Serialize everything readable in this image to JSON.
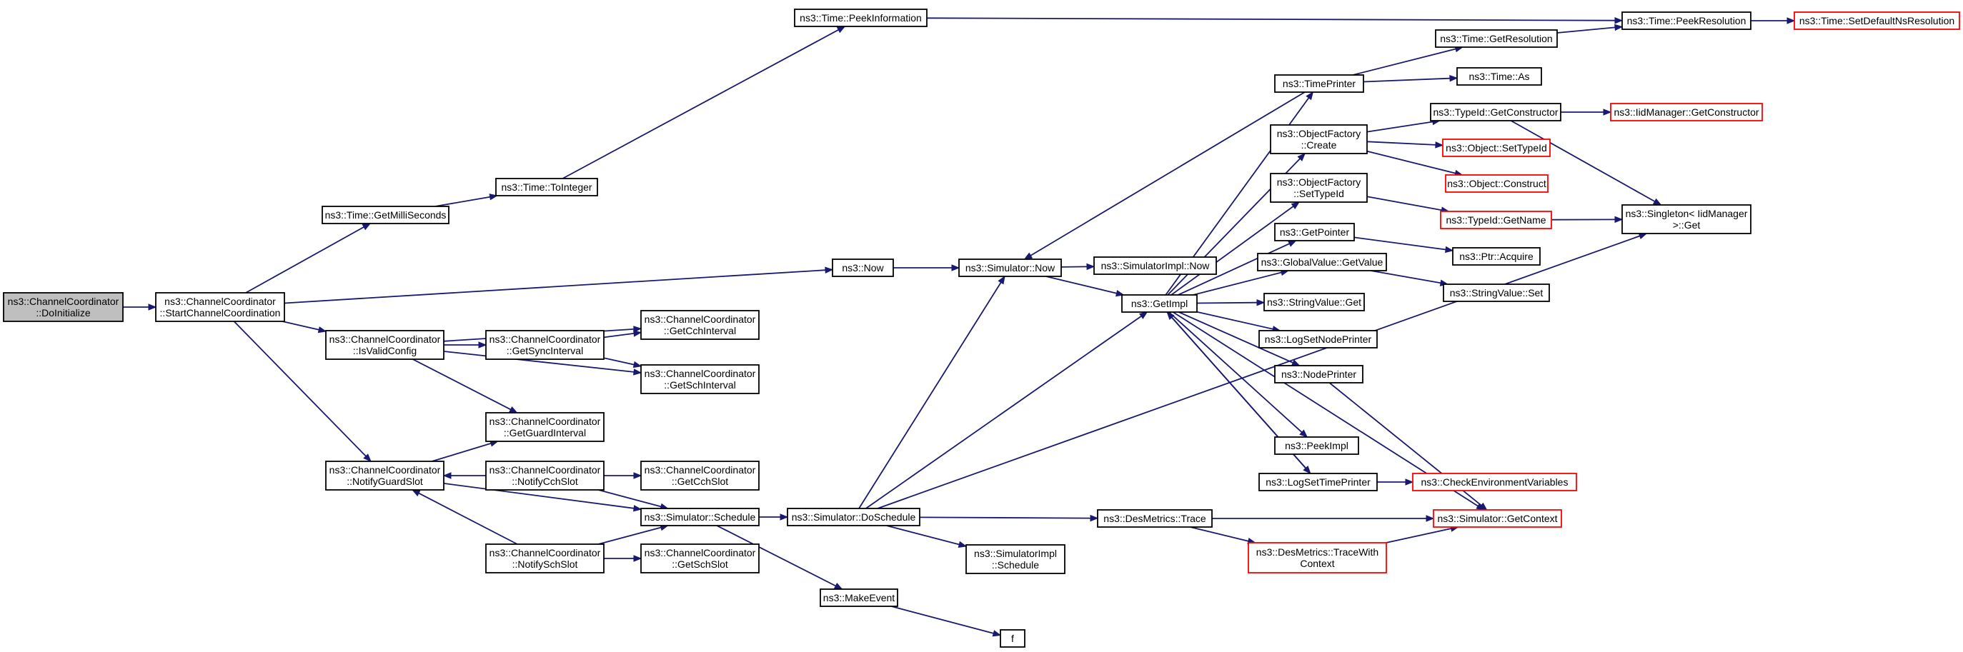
{
  "colors": {
    "edge": "#191970",
    "node_border": "#000000",
    "node_border_truncated": "#ff0000",
    "node_fill": "#ffffff",
    "focus_fill": "#bfbfbf"
  },
  "nodes": [
    {
      "id": "doinit",
      "lines": [
        "ns3::ChannelCoordinator",
        "::DoInitialize"
      ],
      "style": "focus"
    },
    {
      "id": "startcc",
      "lines": [
        "ns3::ChannelCoordinator",
        "::StartChannelCoordination"
      ],
      "style": "normal"
    },
    {
      "id": "getms",
      "lines": [
        "ns3::Time::GetMilliSeconds"
      ],
      "style": "normal"
    },
    {
      "id": "toint",
      "lines": [
        "ns3::Time::ToInteger"
      ],
      "style": "normal"
    },
    {
      "id": "peekinfo",
      "lines": [
        "ns3::Time::PeekInformation"
      ],
      "style": "normal"
    },
    {
      "id": "isvalid",
      "lines": [
        "ns3::ChannelCoordinator",
        "::IsValidConfig"
      ],
      "style": "normal"
    },
    {
      "id": "getsync",
      "lines": [
        "ns3::ChannelCoordinator",
        "::GetSyncInterval"
      ],
      "style": "normal"
    },
    {
      "id": "getcchint",
      "lines": [
        "ns3::ChannelCoordinator",
        "::GetCchInterval"
      ],
      "style": "normal"
    },
    {
      "id": "getschint",
      "lines": [
        "ns3::ChannelCoordinator",
        "::GetSchInterval"
      ],
      "style": "normal"
    },
    {
      "id": "getguard",
      "lines": [
        "ns3::ChannelCoordinator",
        "::GetGuardInterval"
      ],
      "style": "normal"
    },
    {
      "id": "notifyguard",
      "lines": [
        "ns3::ChannelCoordinator",
        "::NotifyGuardSlot"
      ],
      "style": "normal"
    },
    {
      "id": "notifycch",
      "lines": [
        "ns3::ChannelCoordinator",
        "::NotifyCchSlot"
      ],
      "style": "normal"
    },
    {
      "id": "getcchslot",
      "lines": [
        "ns3::ChannelCoordinator",
        "::GetCchSlot"
      ],
      "style": "normal"
    },
    {
      "id": "notifysch",
      "lines": [
        "ns3::ChannelCoordinator",
        "::NotifySchSlot"
      ],
      "style": "normal"
    },
    {
      "id": "getschslot",
      "lines": [
        "ns3::ChannelCoordinator",
        "::GetSchSlot"
      ],
      "style": "normal"
    },
    {
      "id": "schedule",
      "lines": [
        "ns3::Simulator::Schedule"
      ],
      "style": "normal"
    },
    {
      "id": "now",
      "lines": [
        "ns3::Now"
      ],
      "style": "normal"
    },
    {
      "id": "simnow",
      "lines": [
        "ns3::Simulator::Now"
      ],
      "style": "normal"
    },
    {
      "id": "simimplnow",
      "lines": [
        "ns3::SimulatorImpl::Now"
      ],
      "style": "normal"
    },
    {
      "id": "getimpl",
      "lines": [
        "ns3::GetImpl"
      ],
      "style": "normal"
    },
    {
      "id": "doschedule",
      "lines": [
        "ns3::Simulator::DoSchedule"
      ],
      "style": "normal"
    },
    {
      "id": "makeevent",
      "lines": [
        "ns3::MakeEvent"
      ],
      "style": "normal"
    },
    {
      "id": "f",
      "lines": [
        "f"
      ],
      "style": "normal"
    },
    {
      "id": "simimplsched",
      "lines": [
        "ns3::SimulatorImpl",
        "::Schedule"
      ],
      "style": "normal"
    },
    {
      "id": "destrace",
      "lines": [
        "ns3::DesMetrics::Trace"
      ],
      "style": "normal"
    },
    {
      "id": "destracewith",
      "lines": [
        "ns3::DesMetrics::TraceWith",
        "Context"
      ],
      "style": "truncated"
    },
    {
      "id": "timeprinter",
      "lines": [
        "ns3::TimePrinter"
      ],
      "style": "normal"
    },
    {
      "id": "ofcreate",
      "lines": [
        "ns3::ObjectFactory",
        "::Create"
      ],
      "style": "normal"
    },
    {
      "id": "ofsettypeid",
      "lines": [
        "ns3::ObjectFactory",
        "::SetTypeId"
      ],
      "style": "normal"
    },
    {
      "id": "getpointer",
      "lines": [
        "ns3::GetPointer"
      ],
      "style": "normal"
    },
    {
      "id": "gvgetvalue",
      "lines": [
        "ns3::GlobalValue::GetValue"
      ],
      "style": "normal"
    },
    {
      "id": "svget",
      "lines": [
        "ns3::StringValue::Get"
      ],
      "style": "normal"
    },
    {
      "id": "logsetnode",
      "lines": [
        "ns3::LogSetNodePrinter"
      ],
      "style": "normal"
    },
    {
      "id": "nodeprinter",
      "lines": [
        "ns3::NodePrinter"
      ],
      "style": "normal"
    },
    {
      "id": "peekimpl",
      "lines": [
        "ns3::PeekImpl"
      ],
      "style": "normal"
    },
    {
      "id": "logsettime",
      "lines": [
        "ns3::LogSetTimePrinter"
      ],
      "style": "normal"
    },
    {
      "id": "getresolution",
      "lines": [
        "ns3::Time::GetResolution"
      ],
      "style": "normal"
    },
    {
      "id": "timeas",
      "lines": [
        "ns3::Time::As"
      ],
      "style": "normal"
    },
    {
      "id": "peekres",
      "lines": [
        "ns3::Time::PeekResolution"
      ],
      "style": "normal"
    },
    {
      "id": "setdefaultns",
      "lines": [
        "ns3::Time::SetDefaultNsResolution"
      ],
      "style": "truncated"
    },
    {
      "id": "tidgetctor",
      "lines": [
        "ns3::TypeId::GetConstructor"
      ],
      "style": "normal"
    },
    {
      "id": "iidgetctor",
      "lines": [
        "ns3::IidManager::GetConstructor"
      ],
      "style": "truncated"
    },
    {
      "id": "objsettypeid",
      "lines": [
        "ns3::Object::SetTypeId"
      ],
      "style": "truncated"
    },
    {
      "id": "objconstruct",
      "lines": [
        "ns3::Object::Construct"
      ],
      "style": "truncated"
    },
    {
      "id": "tidgetname",
      "lines": [
        "ns3::TypeId::GetName"
      ],
      "style": "truncated"
    },
    {
      "id": "singleton",
      "lines": [
        "ns3::Singleton< IidManager",
        " >::Get"
      ],
      "style": "normal"
    },
    {
      "id": "ptracquire",
      "lines": [
        "ns3::Ptr::Acquire"
      ],
      "style": "normal"
    },
    {
      "id": "svset",
      "lines": [
        "ns3::StringValue::Set"
      ],
      "style": "normal"
    },
    {
      "id": "checkenv",
      "lines": [
        "ns3::CheckEnvironmentVariables"
      ],
      "style": "truncated"
    },
    {
      "id": "getcontext",
      "lines": [
        "ns3::Simulator::GetContext"
      ],
      "style": "truncated"
    }
  ],
  "edges": [
    [
      "doinit",
      "startcc"
    ],
    [
      "startcc",
      "getms"
    ],
    [
      "startcc",
      "now"
    ],
    [
      "startcc",
      "isvalid"
    ],
    [
      "startcc",
      "notifyguard"
    ],
    [
      "getms",
      "toint"
    ],
    [
      "toint",
      "peekinfo"
    ],
    [
      "peekinfo",
      "peekres"
    ],
    [
      "isvalid",
      "getsync"
    ],
    [
      "isvalid",
      "getcchint"
    ],
    [
      "isvalid",
      "getschint"
    ],
    [
      "isvalid",
      "getguard"
    ],
    [
      "getsync",
      "getcchint"
    ],
    [
      "getsync",
      "getschint"
    ],
    [
      "notifyguard",
      "getguard"
    ],
    [
      "notifyguard",
      "schedule"
    ],
    [
      "notifycch",
      "notifyguard"
    ],
    [
      "notifycch",
      "getcchslot"
    ],
    [
      "notifycch",
      "schedule"
    ],
    [
      "notifysch",
      "notifyguard"
    ],
    [
      "notifysch",
      "getschslot"
    ],
    [
      "notifysch",
      "schedule"
    ],
    [
      "schedule",
      "doschedule"
    ],
    [
      "schedule",
      "makeevent"
    ],
    [
      "makeevent",
      "f"
    ],
    [
      "now",
      "simnow"
    ],
    [
      "simnow",
      "simimplnow"
    ],
    [
      "simnow",
      "getimpl"
    ],
    [
      "doschedule",
      "simnow"
    ],
    [
      "doschedule",
      "getimpl"
    ],
    [
      "doschedule",
      "simimplsched"
    ],
    [
      "doschedule",
      "destrace"
    ],
    [
      "doschedule",
      "singleton"
    ],
    [
      "destrace",
      "getcontext"
    ],
    [
      "destrace",
      "destracewith"
    ],
    [
      "destracewith",
      "getcontext"
    ],
    [
      "getimpl",
      "ofcreate"
    ],
    [
      "getimpl",
      "ofsettypeid"
    ],
    [
      "getimpl",
      "getpointer"
    ],
    [
      "getimpl",
      "gvgetvalue"
    ],
    [
      "getimpl",
      "svget"
    ],
    [
      "getimpl",
      "logsetnode"
    ],
    [
      "getimpl",
      "nodeprinter"
    ],
    [
      "getimpl",
      "peekimpl"
    ],
    [
      "getimpl",
      "logsettime"
    ],
    [
      "getimpl",
      "timeprinter"
    ],
    [
      "getimpl",
      "getcontext"
    ],
    [
      "timeprinter",
      "simnow"
    ],
    [
      "timeprinter",
      "getresolution"
    ],
    [
      "timeprinter",
      "timeas"
    ],
    [
      "getresolution",
      "peekres"
    ],
    [
      "peekres",
      "setdefaultns"
    ],
    [
      "ofcreate",
      "tidgetctor"
    ],
    [
      "ofcreate",
      "objsettypeid"
    ],
    [
      "ofcreate",
      "objconstruct"
    ],
    [
      "ofsettypeid",
      "tidgetname"
    ],
    [
      "tidgetctor",
      "iidgetctor"
    ],
    [
      "tidgetctor",
      "singleton"
    ],
    [
      "tidgetname",
      "singleton"
    ],
    [
      "getpointer",
      "ptracquire"
    ],
    [
      "gvgetvalue",
      "svset"
    ],
    [
      "nodeprinter",
      "getcontext"
    ],
    [
      "logsettime",
      "checkenv"
    ],
    [
      "logsettime",
      "getimpl"
    ]
  ]
}
